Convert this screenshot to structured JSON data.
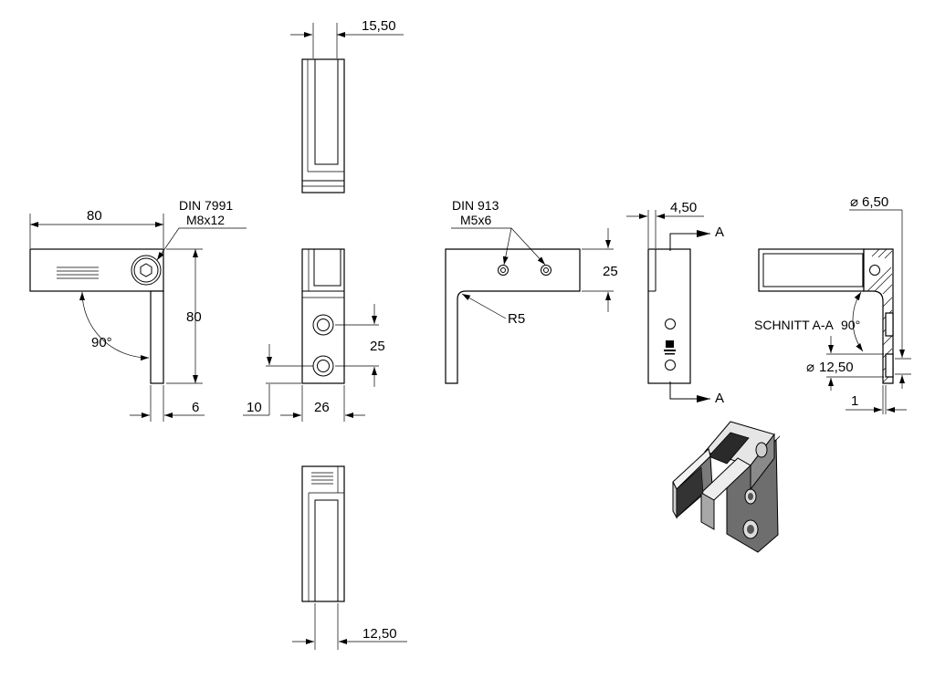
{
  "dimensions": {
    "top_width": "15,50",
    "bottom_width": "12,50",
    "left_length": "80",
    "left_height": "80",
    "left_thickness": "6",
    "front_hole_spacing": "25",
    "front_hole_edge": "10",
    "front_width": "26",
    "side_height": "25",
    "radius": "R5",
    "plate_thickness": "4,50",
    "hole_dia_small": "6,50",
    "hole_dia_large": "12,50",
    "wall": "1"
  },
  "callouts": {
    "screw_standard": "DIN 7991",
    "screw_size": "M8x12",
    "set_screw_standard": "DIN 913",
    "set_screw_size": "M5x6",
    "angle": "90°",
    "section_label": "SCHNITT A-A",
    "section_angle": "90°",
    "section_marker": "A"
  },
  "symbols": {
    "diameter": "⌀"
  }
}
